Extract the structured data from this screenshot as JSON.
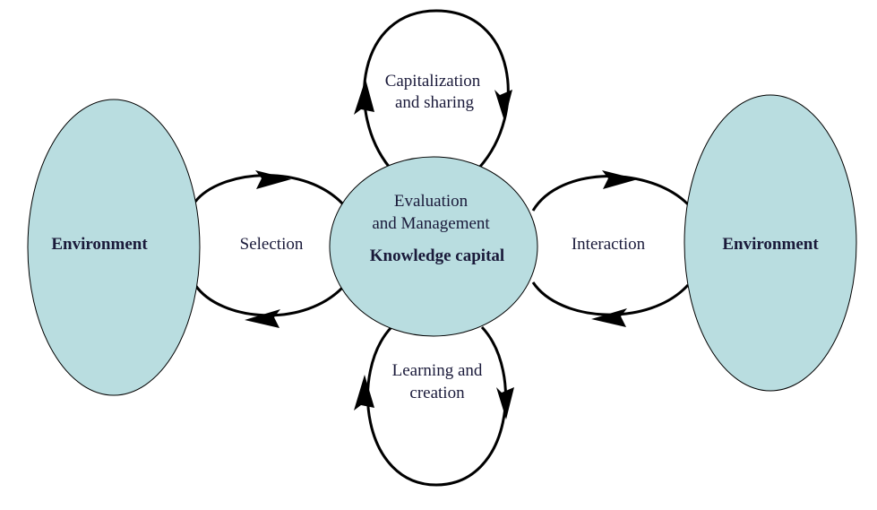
{
  "colors": {
    "ellipse_fill": "#b9dde0",
    "outline": "#000000",
    "text": "#1a1a3a",
    "background": "#ffffff"
  },
  "left_environment": {
    "label": "Environment"
  },
  "right_environment": {
    "label": "Environment"
  },
  "center": {
    "line1": "Evaluation",
    "line2": "and Management",
    "title": "Knowledge capital"
  },
  "top_loop": {
    "line1": "Capitalization",
    "line2": "and sharing"
  },
  "bottom_loop": {
    "line1": "Learning and",
    "line2": "creation"
  },
  "left_loop": {
    "label": "Selection"
  },
  "right_loop": {
    "label": "Interaction"
  }
}
